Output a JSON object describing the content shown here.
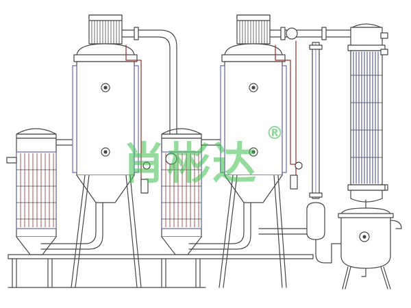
{
  "watermark": {
    "text": "肖彬达",
    "registered_mark": "®",
    "color": "#3fbf4f"
  },
  "colors": {
    "line": "#444444",
    "pipe_accent": "#9a2a2a",
    "tube_blue": "#3c3c9a",
    "insulation": "#6b6bb8",
    "fill": "#ffffff"
  },
  "components": [
    {
      "name": "preheater-1"
    },
    {
      "name": "evaporator-1"
    },
    {
      "name": "preheater-2"
    },
    {
      "name": "evaporator-2"
    },
    {
      "name": "condenser"
    },
    {
      "name": "receiver-tank"
    }
  ]
}
